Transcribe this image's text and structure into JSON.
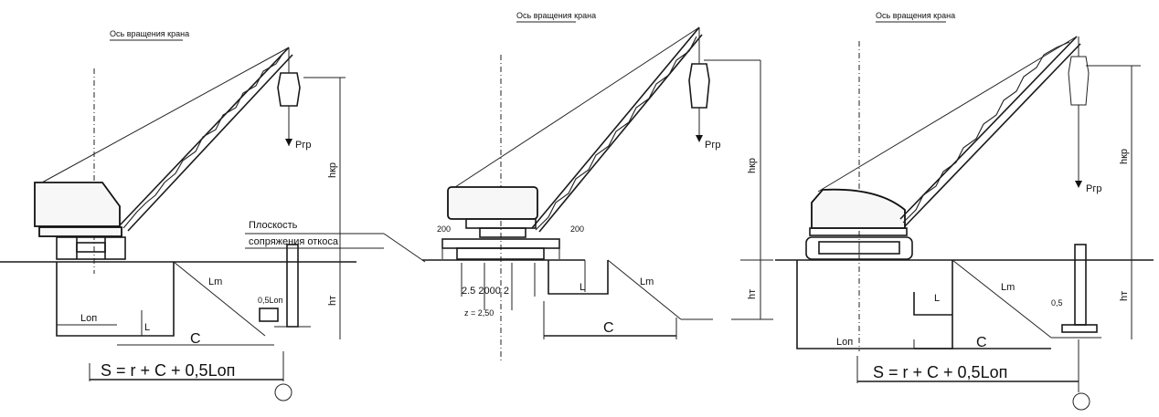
{
  "crane1": {
    "axis_caption": "Ось вращения крана",
    "cargo": "Pгр",
    "h_hook": "hкр",
    "h_trench": "hт",
    "dimension_c": "C",
    "slope": "Lm",
    "trench_width": "Lоп",
    "width_l": "L",
    "gap": "0,5Lоп",
    "formula": "S = r + C + 0,5Lоп",
    "marker": "O"
  },
  "note": {
    "line1": "Плоскость",
    "line2": "сопряжения откоса"
  },
  "crane2": {
    "axis_caption": "Ось вращения крана",
    "cargo": "Pгр",
    "h_hook": "hкр",
    "h_trench": "hт",
    "dim_left": "200",
    "dim_right": "200",
    "dims_bottom": "2.5  2000  2",
    "base": "z = 2,50",
    "dimension_c": "C",
    "slope": "Lm",
    "width_l": "L"
  },
  "crane3": {
    "axis_caption": "Ось вращения крана",
    "cargo": "Pгр",
    "h_hook": "hкр",
    "h_trench": "hт",
    "dimension_c": "C",
    "slope": "Lm",
    "trench_width": "Lоп",
    "width_l": "L",
    "gap": "0,5",
    "formula": "S = r + C + 0,5Lоп",
    "marker": "O"
  }
}
